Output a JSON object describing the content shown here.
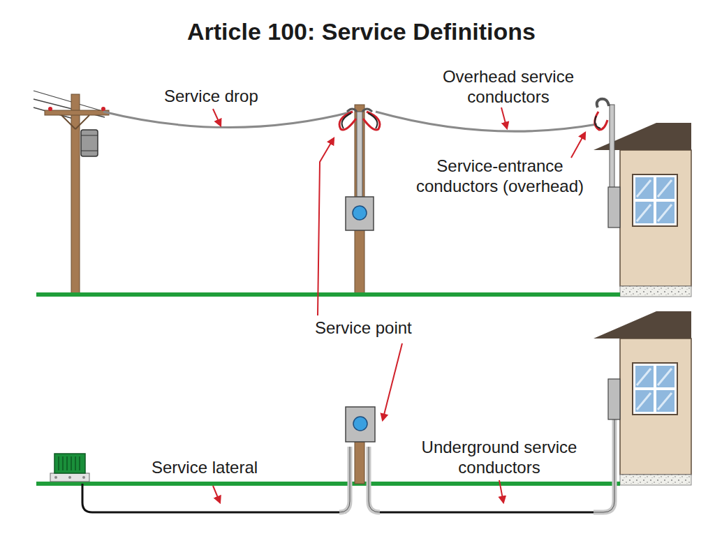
{
  "diagram": {
    "title": "Article 100: Service Definitions",
    "labels": [
      "Service drop",
      "Overhead service conductors",
      "Service-entrance conductors (overhead)",
      "Service point",
      "Service lateral",
      "Underground service conductors"
    ]
  }
}
